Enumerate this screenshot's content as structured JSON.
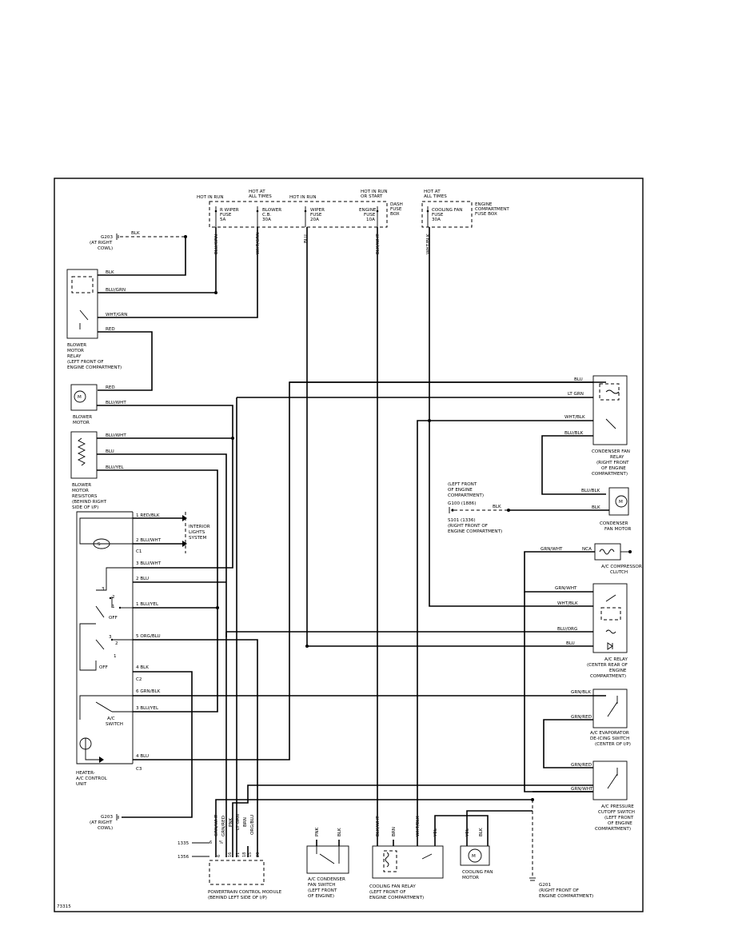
{
  "figure_number": "73315",
  "fuse_box": {
    "dash_label": [
      "DASH",
      "FUSE",
      "BOX"
    ],
    "engine_label": [
      "ENGINE",
      "COMPARTMENT",
      "FUSE BOX"
    ],
    "headers": [
      {
        "id": "h1",
        "lines": [
          "HOT IN RUN"
        ]
      },
      {
        "id": "h2",
        "lines": [
          "HOT AT",
          "ALL TIMES"
        ]
      },
      {
        "id": "h3",
        "lines": [
          "HOT IN RUN"
        ]
      },
      {
        "id": "h4",
        "lines": [
          "HOT IN RUN",
          "OR START"
        ]
      },
      {
        "id": "h5",
        "lines": [
          "HOT AT",
          "ALL TIMES"
        ]
      }
    ],
    "fuses": [
      {
        "id": "f1",
        "lines": [
          "R WIPER",
          "FUSE",
          "5A"
        ]
      },
      {
        "id": "f2",
        "lines": [
          "BLOWER",
          "C.B.",
          "30A"
        ]
      },
      {
        "id": "f3",
        "lines": [
          "WIPER",
          "FUSE",
          "20A"
        ]
      },
      {
        "id": "f4",
        "lines": [
          "ENGINE",
          "FUSE",
          "10A"
        ]
      },
      {
        "id": "f5",
        "lines": [
          "COOLING FAN",
          "FUSE",
          "30A"
        ]
      }
    ],
    "wire_colors": [
      "BLU/GRN",
      "WHT/GRN",
      "BLU",
      "BLK/WHT",
      "WHT/BLK"
    ]
  },
  "grounds": {
    "g203_top": [
      "G203",
      "(AT RIGHT",
      "COWL)"
    ],
    "g203_bottom": [
      "G203",
      "(AT RIGHT",
      "COWL)"
    ],
    "g201": [
      "G201",
      "(RIGHT FRONT OF",
      "ENGINE COMPARTMENT)"
    ],
    "g100": [
      "(LEFT FRONT",
      "OF ENGINE",
      "COMPARTMENT)",
      "G100    (1886)"
    ],
    "s101": [
      "S101     (1336)",
      "(RIGHT FRONT OF",
      "ENGINE COMPARTMENT)"
    ]
  },
  "components": {
    "blower_relay": [
      "BLOWER",
      "MOTOR",
      "RELAY",
      "(LEFT FRONT OF",
      "ENGINE COMPARTMENT)"
    ],
    "blower_motor": [
      "BLOWER",
      "MOTOR"
    ],
    "resistors": [
      "BLOWER",
      "MOTOR",
      "RESISTORS",
      "(BEHIND RIGHT",
      "SIDE OF I/P)"
    ],
    "interior_lights": [
      "INTERIOR",
      "LIGHTS",
      "SYSTEM"
    ],
    "control_unit": [
      "HEATER-",
      "A/C CONTROL",
      "UNIT"
    ],
    "ac_switch": [
      "A/C",
      "SWITCH"
    ],
    "condenser_relay": [
      "CONDENSER FAN",
      "RELAY",
      "(RIGHT FRONT",
      "OF ENGINE",
      "COMPARTMENT)"
    ],
    "condenser_motor": [
      "CONDENSER",
      "FAN MOTOR"
    ],
    "compressor_clutch": [
      "A/C COMPRESSOR",
      "CLUTCH"
    ],
    "ac_relay": [
      "A/C RELAY",
      "(CENTER REAR OF",
      "ENGINE",
      "COMPARTMENT)"
    ],
    "evap_switch": [
      "A/C EVAPORATOR",
      "DE-ICING SWITCH",
      "(CENTER OF I/P)"
    ],
    "pressure_switch": [
      "A/C PRESSURE",
      "CUTOFF SWITCH",
      "(LEFT FRONT",
      "OF ENGINE",
      "COMPARTMENT)"
    ],
    "pcm": [
      "POWERTRAIN CONTROL MODULE",
      "(BEHIND LEFT SIDE OF I/P)"
    ],
    "condenser_fan_switch": [
      "A/C CONDENSER",
      "FAN SWITCH",
      "(LEFT FRONT",
      "OF ENGINE)"
    ],
    "cooling_fan_relay": [
      "COOLING FAN RELAY",
      "(LEFT FRONT OF",
      "ENGINE COMPARTMENT)"
    ],
    "cooling_fan_motor": [
      "COOLING FAN",
      "MOTOR"
    ]
  },
  "labels": {
    "blk_top": "BLK",
    "relay_blk": "BLK",
    "relay_blugrn": "BLU/GRN",
    "relay_whtgrn": "WHT/GRN",
    "relay_red": "RED",
    "motor_red": "RED",
    "motor_bluwht": "BLU/WHT",
    "res_bluwht": "BLU/WHT",
    "res_blu": "BLU",
    "res_bluyel": "BLU/YEL",
    "c1_1": "1  RED/BLK",
    "c1_2": "2  BLU/WHT",
    "c1": "C1",
    "c2_3": "3  BLU/WHT",
    "c2_2": "2  BLU",
    "c2_1": "1  BLU/YEL",
    "c2_5": "5  ORG/BLU",
    "c2_4": "4  BLK",
    "c2": "C2",
    "c3_6": "6  GRN/BLK",
    "c3_3": "3  BLU/YEL",
    "c3_4": "4  BLU",
    "c3": "C3",
    "off1": "OFF",
    "off2": "OFF",
    "pos3a": "3",
    "pos2a": "2",
    "pos1a": "1",
    "pos3b": "3",
    "pos2b": "2",
    "pos1b": "1",
    "cr_blu": "BLU",
    "cr_ltgrn": "LT GRN",
    "cr_whtblk": "WHT/BLK",
    "cr_blublk": "BLU/BLK",
    "cm_blublk": "BLU/BLK",
    "cm_blk": "BLK",
    "g100_blk": "BLK",
    "clutch_grnwht": "GRN/WHT",
    "clutch_nca": "NCA",
    "ar_grnwht": "GRN/WHT",
    "ar_whtblk": "WHT/BLK",
    "ar_bluorg": "BLU/ORG",
    "ar_blu": "BLU",
    "ev_grnblk": "GRN/BLK",
    "ev_grnred": "GRN/RED",
    "ps_grnred": "GRN/RED",
    "ps_grnwht": "GRN/WHT",
    "pcm_wires": [
      "GRN/WHT",
      "GRN/RED",
      "PNK",
      "LT GRN",
      "BRN",
      "ORG/BLU"
    ],
    "pcm_pins": [
      "6",
      "16",
      "21",
      "18",
      "15",
      "20"
    ],
    "pcm_pin_top": [
      "6",
      "%"
    ],
    "conn_1335": "1335",
    "conn_1356": "1356",
    "cfs_pnk": "PNK",
    "cfs_blk": "BLK",
    "cfr_blkwht": "BLK/WHT",
    "cfr_brn": "BRN",
    "cfr_whtblk": "WHT/BLK",
    "cfr_yel": "YEL",
    "fm_yel": "YEL",
    "fm_blk": "BLK"
  }
}
